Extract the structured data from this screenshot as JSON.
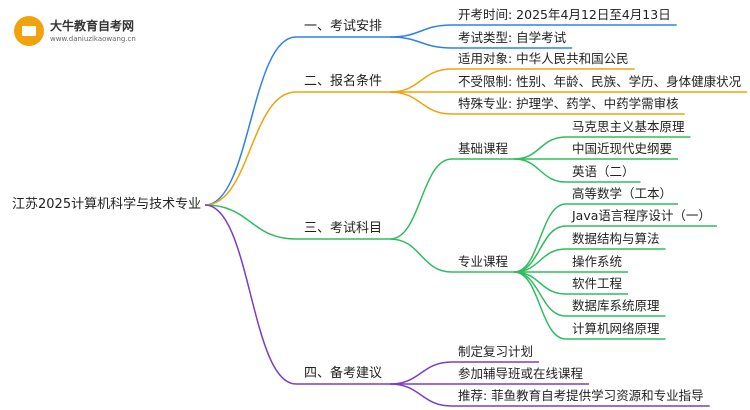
{
  "logo": {
    "name": "大牛教育自考网",
    "site": "www.daniuzikaowang.cn"
  },
  "root": "江苏2025计算机科学与技术专业",
  "colors": {
    "blue": "#2f80ed",
    "orange": "#f2a20c",
    "green": "#2ebd5f",
    "purple": "#7a3bd1"
  },
  "branches": [
    {
      "label": "一、考试安排",
      "color": "blue",
      "children": [
        {
          "label": "开考时间: 2025年4月12日至4月13日"
        },
        {
          "label": "考试类型: 自学考试"
        }
      ]
    },
    {
      "label": "二、报名条件",
      "color": "orange",
      "children": [
        {
          "label": "适用对象: 中华人民共和国公民"
        },
        {
          "label": "不受限制: 性别、年龄、民族、学历、身体健康状况"
        },
        {
          "label": "特殊专业: 护理学、药学、中药学需审核"
        }
      ]
    },
    {
      "label": "三、考试科目",
      "color": "green",
      "children": [
        {
          "label": "基础课程",
          "children": [
            {
              "label": "马克思主义基本原理"
            },
            {
              "label": "中国近现代史纲要"
            },
            {
              "label": "英语（二）"
            }
          ]
        },
        {
          "label": "专业课程",
          "children": [
            {
              "label": "高等数学（工本）"
            },
            {
              "label": "Java语言程序设计（一）"
            },
            {
              "label": "数据结构与算法"
            },
            {
              "label": "操作系统"
            },
            {
              "label": "软件工程"
            },
            {
              "label": "数据库系统原理"
            },
            {
              "label": "计算机网络原理"
            }
          ]
        }
      ]
    },
    {
      "label": "四、备考建议",
      "color": "purple",
      "children": [
        {
          "label": "制定复习计划"
        },
        {
          "label": "参加辅导班或在线课程"
        },
        {
          "label": "推荐: 菲鱼教育自考提供学习资源和专业指导"
        }
      ]
    }
  ]
}
